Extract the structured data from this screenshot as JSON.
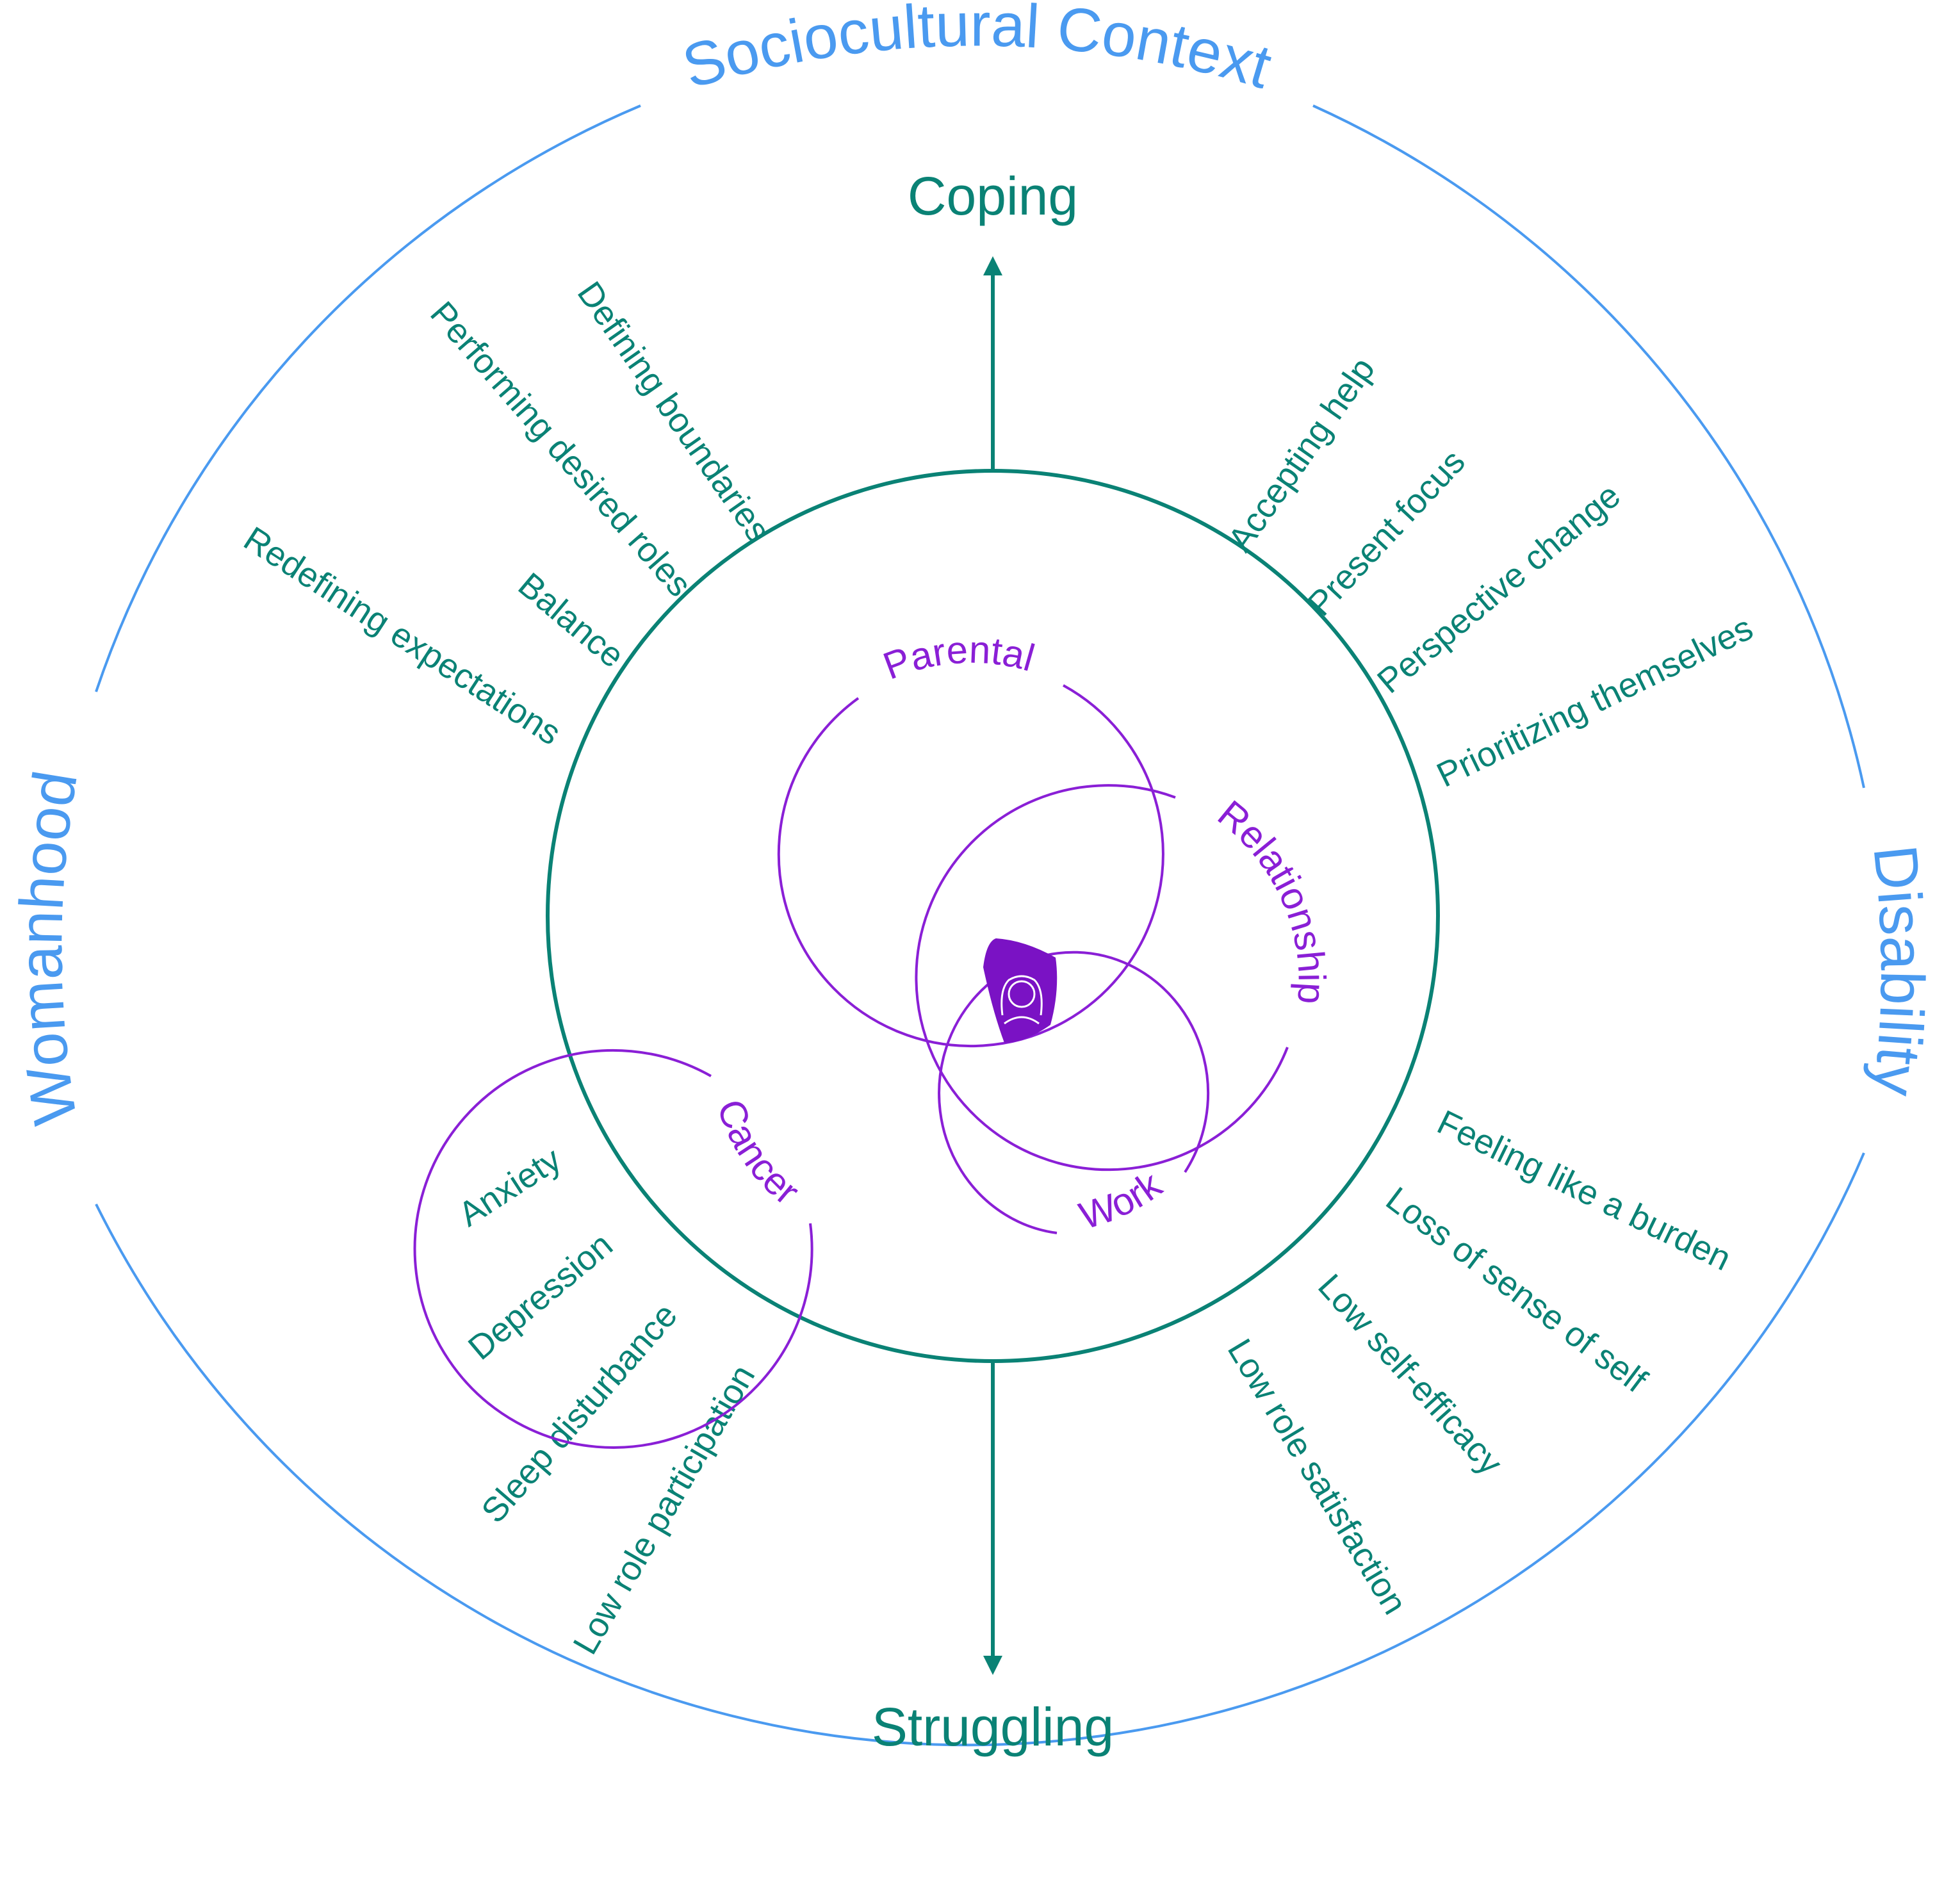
{
  "colors": {
    "outer": "#4a9af0",
    "teal": "#0a8275",
    "purple": "#8a1fd6",
    "center_fill": "#7a12c4"
  },
  "context": {
    "top": "Sociocultural Context",
    "left": "Womanhood",
    "right": "Disability"
  },
  "poles": {
    "up": "Coping",
    "down": "Struggling"
  },
  "coping_themes": {
    "left": [
      "Defining boundaries",
      "Performing desired roles",
      "Balance",
      "Redefining expectations"
    ],
    "right": [
      "Accepting help",
      "Present focus",
      "Perspective change",
      "Prioritizing themselves"
    ]
  },
  "struggling_themes": {
    "left": [
      "Anxiety",
      "Depression",
      "Sleep disturbance",
      "Low role participation"
    ],
    "right": [
      "Feeling like a burden",
      "Loss of sense of self",
      "Low self-efficacy",
      "Low role satisfaction"
    ]
  },
  "roles": [
    "Parental",
    "Relationship",
    "Cancer",
    "Work"
  ],
  "center_icon": "woman-icon"
}
